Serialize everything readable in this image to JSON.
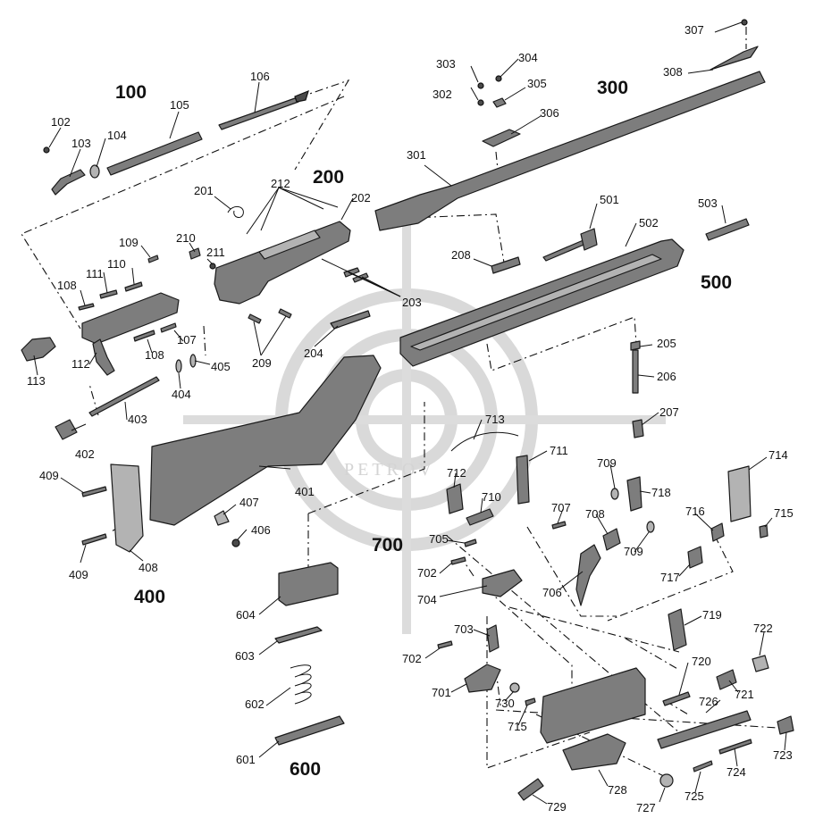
{
  "groups": [
    "100",
    "200",
    "300",
    "400",
    "500",
    "600",
    "700"
  ],
  "watermark": {
    "text": "PETROV"
  },
  "parts": [
    "102",
    "103",
    "104",
    "105",
    "106",
    "107",
    "108",
    "108",
    "109",
    "110",
    "111",
    "112",
    "113",
    "201",
    "202",
    "203",
    "204",
    "205",
    "206",
    "207",
    "208",
    "209",
    "210",
    "211",
    "212",
    "301",
    "302",
    "303",
    "304",
    "305",
    "306",
    "307",
    "308",
    "401",
    "402",
    "403",
    "404",
    "405",
    "406",
    "407",
    "408",
    "409",
    "409",
    "501",
    "502",
    "503",
    "601",
    "602",
    "603",
    "604",
    "701",
    "702",
    "702",
    "703",
    "704",
    "705",
    "706",
    "707",
    "708",
    "709",
    "709",
    "710",
    "711",
    "712",
    "713",
    "714",
    "715",
    "715",
    "716",
    "717",
    "718",
    "719",
    "720",
    "721",
    "722",
    "723",
    "724",
    "725",
    "726",
    "727",
    "728",
    "729",
    "730"
  ]
}
